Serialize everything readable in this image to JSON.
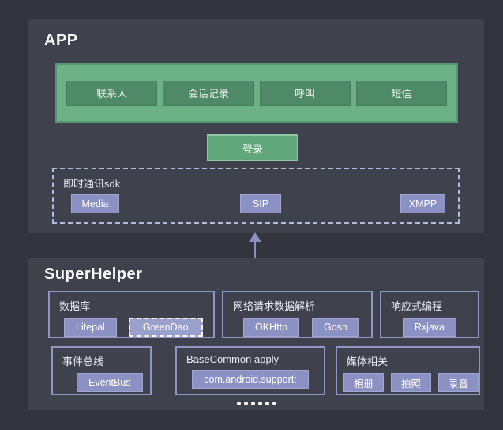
{
  "colors": {
    "background": "#32343e",
    "panel": "#3f414c",
    "green_group": "#6db186",
    "green_button": "#4e8a67",
    "login_green": "#60a87b",
    "lavender_chip": "#8b92c3",
    "box_border": "#9097c6",
    "dashed_border": "#b5badd",
    "arrow": "#8a91c2"
  },
  "app": {
    "title": "APP",
    "features": [
      "联系人",
      "会话记录",
      "呼叫",
      "短信"
    ],
    "login_label": "登录",
    "sdk": {
      "title": "即时通讯sdk",
      "modules": [
        "Media",
        "SIP",
        "XMPP"
      ]
    }
  },
  "connector": {
    "icon": "arrow-up-icon",
    "direction": "up"
  },
  "superhelper": {
    "title": "SuperHelper",
    "groups": [
      {
        "title": "数据库",
        "items": [
          "Litepal",
          "GreenDao"
        ]
      },
      {
        "title": "网络请求数据解析",
        "items": [
          "OKHttp",
          "Gosn"
        ]
      },
      {
        "title": "响应式编程",
        "items": [
          "Rxjava"
        ]
      },
      {
        "title": "事件总线",
        "items": [
          "EventBus"
        ]
      },
      {
        "title": "BaseCommon apply",
        "items": [
          "com.android.support:"
        ]
      },
      {
        "title": "媒体相关",
        "items": [
          "相册",
          "拍照",
          "录音"
        ]
      }
    ],
    "pagination_dots": 6
  }
}
